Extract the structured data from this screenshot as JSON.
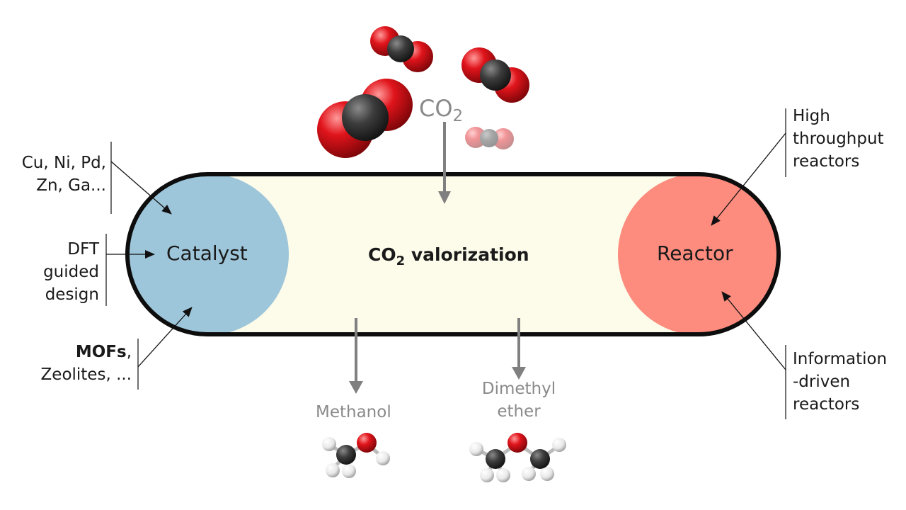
{
  "center": {
    "title_pre": "CO",
    "title_sub": "2",
    "title_post": " valorization"
  },
  "nodes": {
    "catalyst": "Catalyst",
    "reactor": "Reactor"
  },
  "inputs": {
    "co2_pre": "CO",
    "co2_sub": "2"
  },
  "products": {
    "methanol": "Methanol",
    "dme_line1": "Dimethyl",
    "dme_line2": "ether"
  },
  "left_notes": {
    "metals": [
      "Cu, Ni, Pd,",
      "Zn, Ga..."
    ],
    "dft": [
      "DFT",
      "guided",
      "design"
    ],
    "porous_bold": "MOFs",
    "porous_rest": ",",
    "porous_line2": "Zeolites, ..."
  },
  "right_notes": {
    "high_throughput": [
      "High",
      "throughput",
      "reactors"
    ],
    "information_driven": [
      "Information",
      "-driven",
      "reactors"
    ]
  },
  "colors": {
    "capsule_fill": "#fdfbe9",
    "catalyst": "#9ec6da",
    "reactor": "#fd8b7e",
    "arrow_grey": "#808080",
    "oxygen": "#e0141b",
    "carbon": "#3c3c3c",
    "hydrogen": "#f2f2f2"
  }
}
